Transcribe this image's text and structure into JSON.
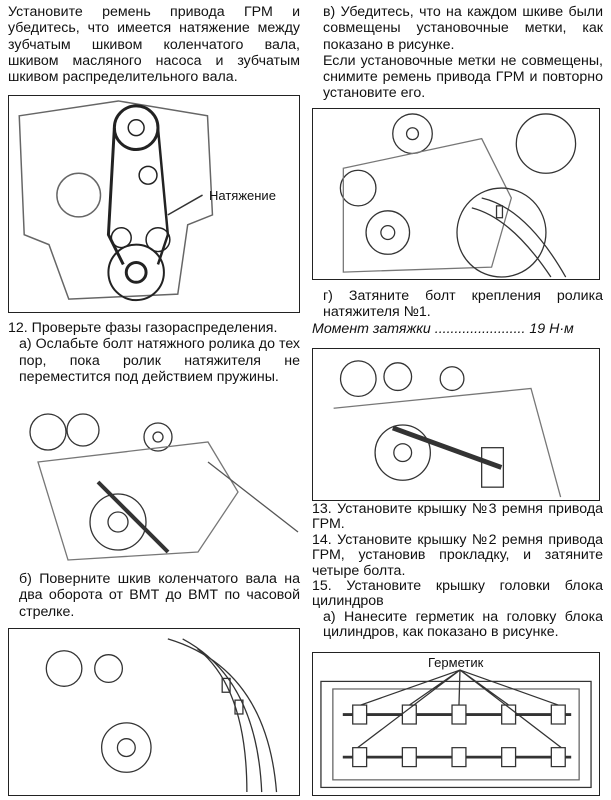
{
  "left": {
    "intro": "Установите ремень привода ГРМ и убедитесь, что имеется натяжение между зубчатым шкивом коленчатого вала, шкивом масляного насоса и зубчатым шкивом распределительного вала.",
    "fig1_label": "Натяжение",
    "step12_title": "12. Проверьте фазы газораспределения.",
    "step12_a": "а) Ослабьте болт натяжного ролика до тех пор, пока ролик натяжителя не переместится под действием пружины.",
    "step12_b": "б) Поверните шкив коленчатого вала на два оборота от ВМТ до ВМТ по часовой стрелке."
  },
  "right": {
    "step12_v": "в) Убедитесь, что на каждом шкиве были совмещены установочные метки, как показано в рисунке.",
    "step12_v_note": "Если установочные метки не совмещены, снимите ремень привода ГРМ и повторно установите его.",
    "step12_g": "г) Затяните болт крепления ролика натяжителя №1.",
    "torque": "Момент затяжки ....................... 19 Н·м",
    "step13": "13. Установите крышку №3 ремня привода ГРМ.",
    "step14": "14. Установите крышку №2 ремня привода ГРМ, установив прокладку, и затяните четыре болта.",
    "step15": "15. Установите крышку головки блока цилиндров",
    "step15_a": "а) Нанесите герметик на головку блока цилиндров, как показано в рисунке.",
    "fig_sealant_label": "Герметик"
  }
}
